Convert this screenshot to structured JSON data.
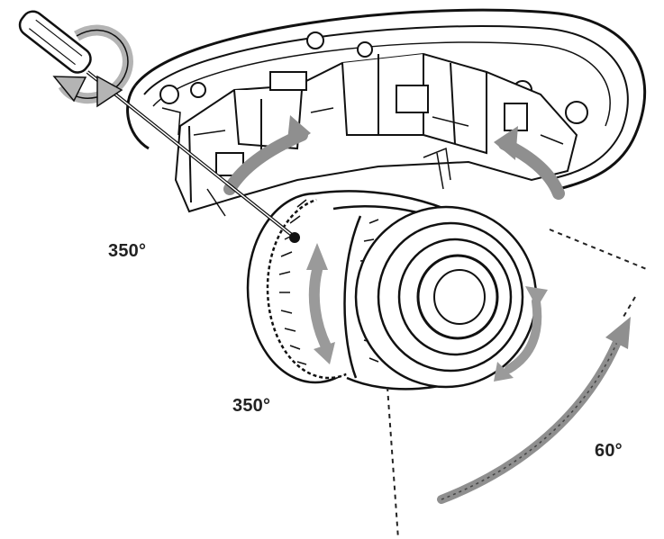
{
  "labels": {
    "pan_angle": "350°",
    "rotation_angle": "350°",
    "tilt_angle": "60°"
  },
  "colors": {
    "outline": "#111111",
    "arrow_gray": "#8f8f8f",
    "arrow_light": "#b4b4b4",
    "guide_line": "#222222",
    "background": "#ffffff"
  },
  "icons": {
    "tool": "screwdriver-icon",
    "tool_rotation": "rotate-arrow-icon"
  }
}
